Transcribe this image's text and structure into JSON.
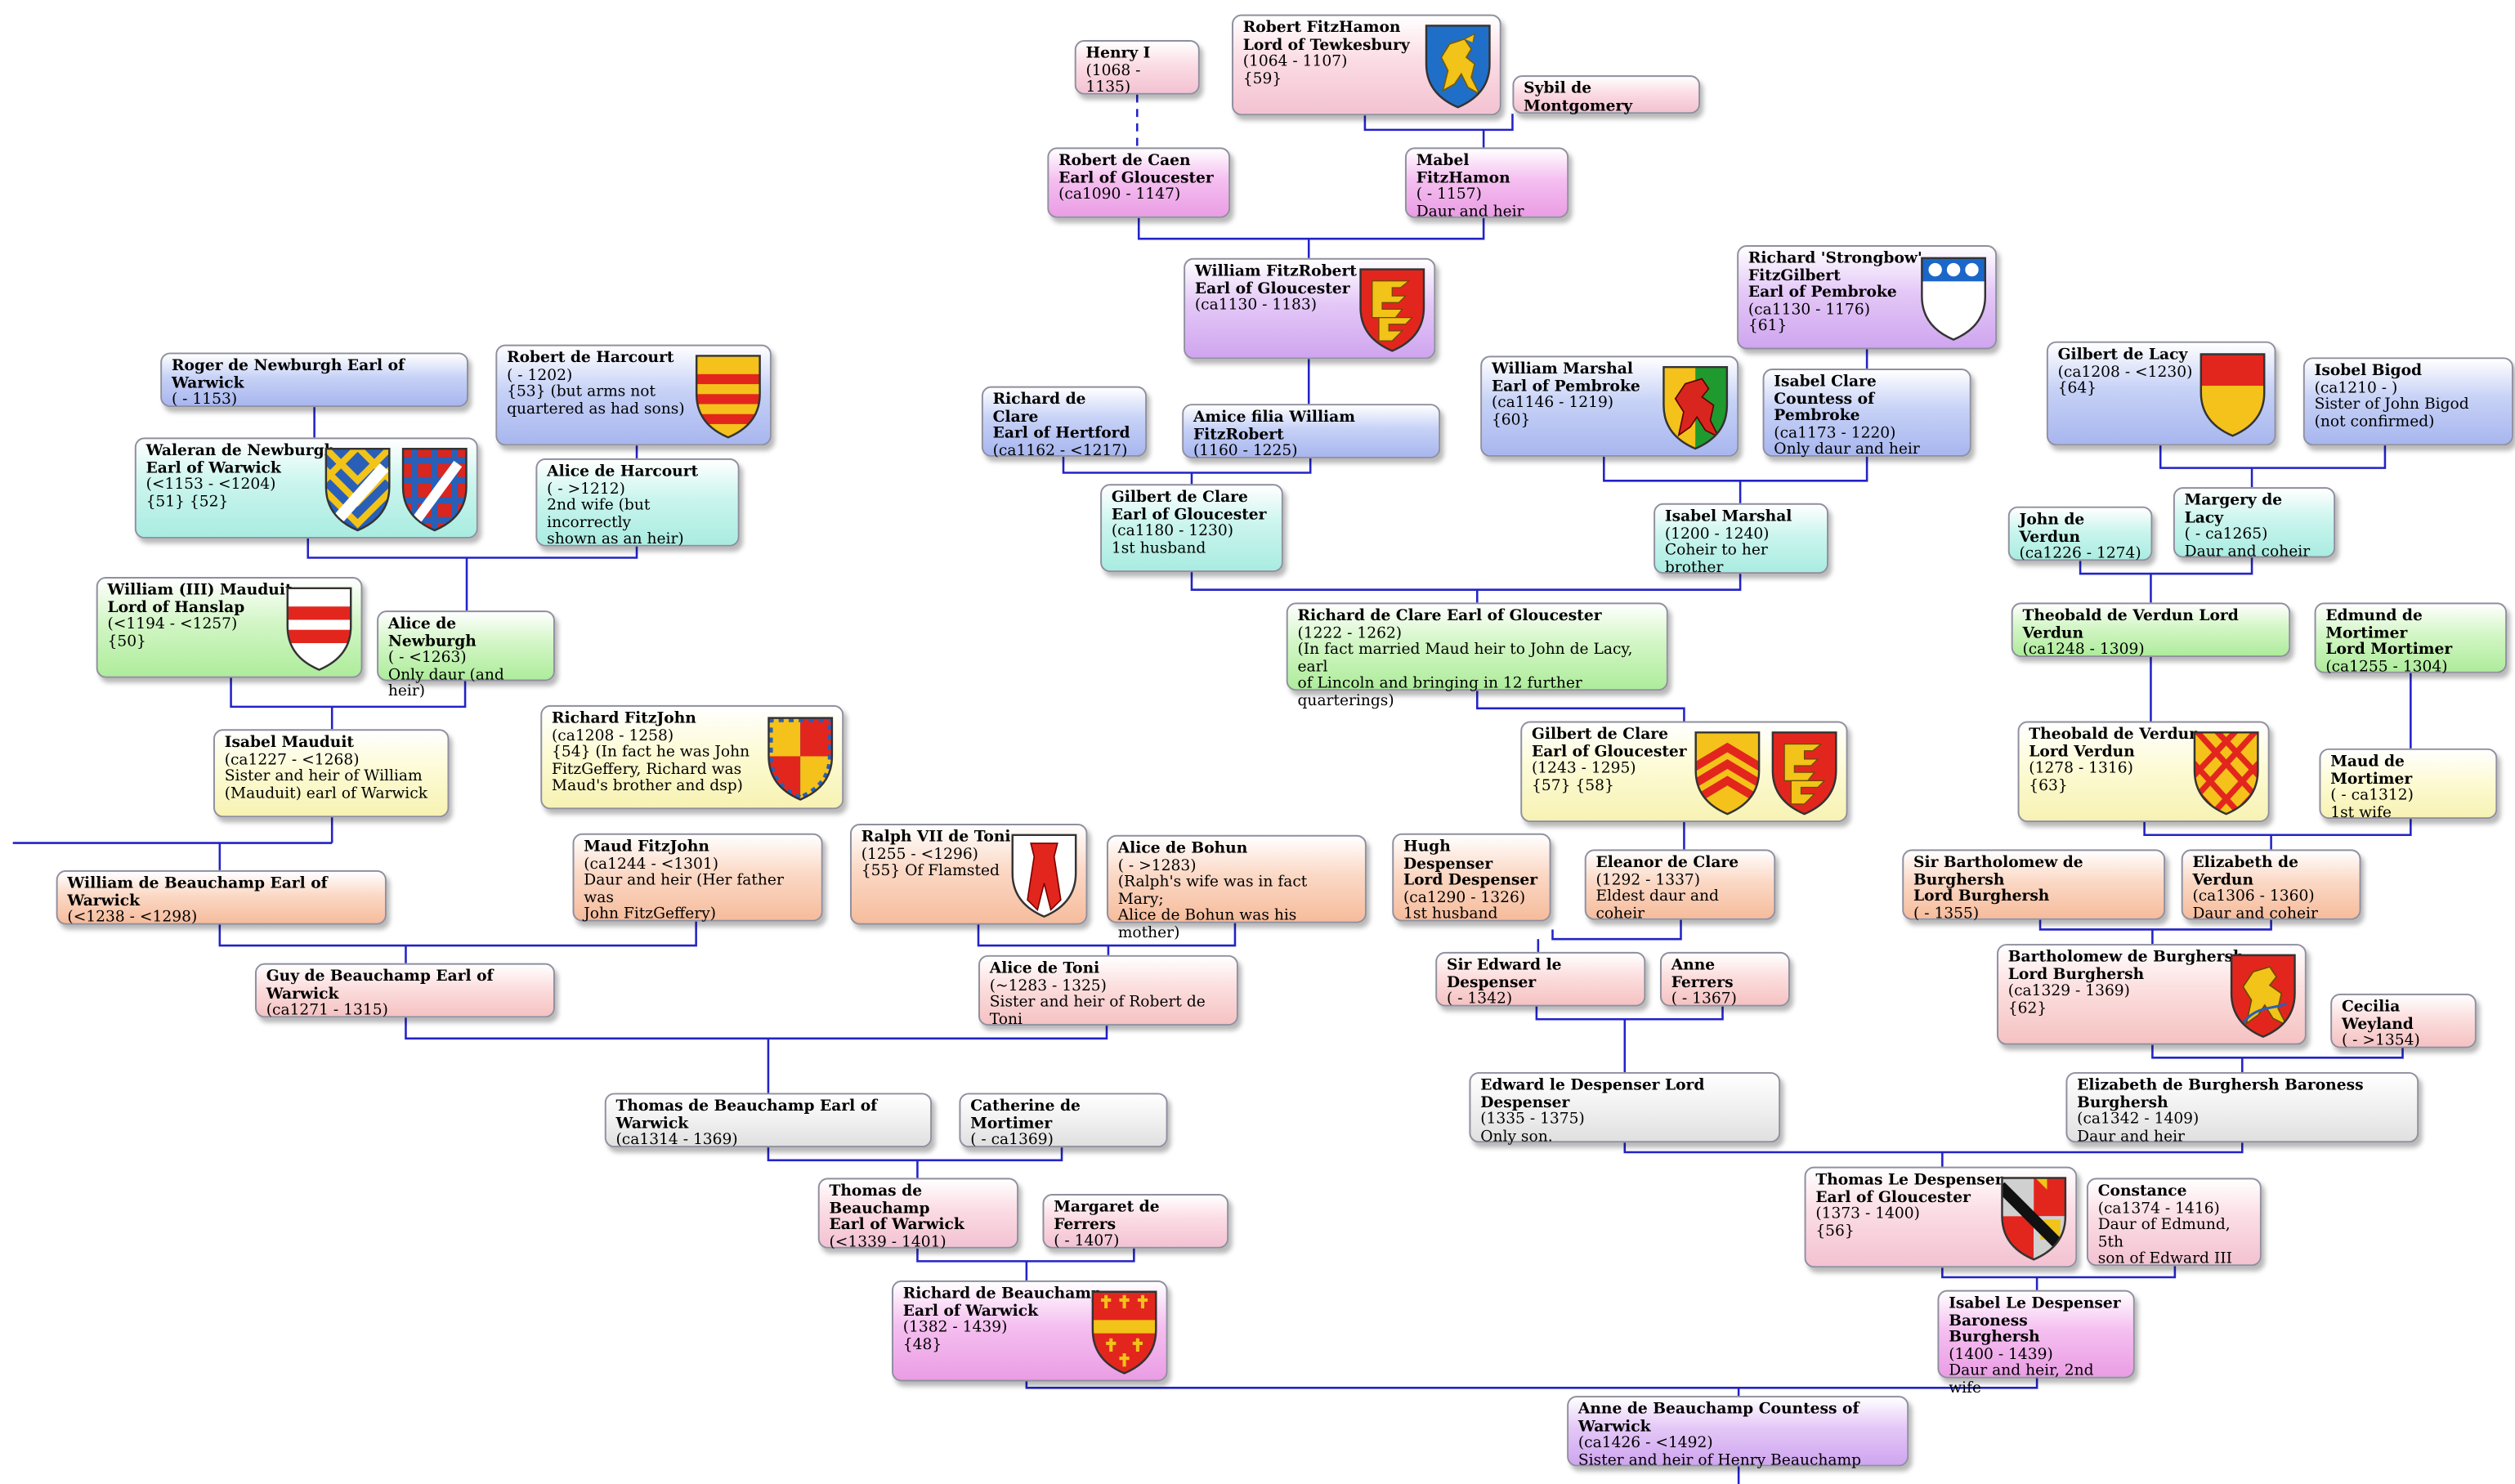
{
  "colors": {
    "line": "#2323c8"
  },
  "people": [
    {
      "id": "henry1",
      "color": "pink",
      "lines": [
        "Henry I",
        "(1068 - 1135)"
      ]
    },
    {
      "id": "robfh",
      "color": "pink",
      "lines": [
        "Robert FitzHamon",
        "   Lord of Tewkesbury",
        "(1064 - 1107)",
        "{59}"
      ],
      "shields": [
        "lion-gold-on-blue"
      ]
    },
    {
      "id": "sybil",
      "color": "pink",
      "lines": [
        "Sybil de Montgomery"
      ]
    },
    {
      "id": "robcaen",
      "color": "magenta",
      "lines": [
        "Robert de Caen",
        "   Earl of Gloucester",
        "(ca1090 - 1147)"
      ]
    },
    {
      "id": "mabel",
      "color": "magenta",
      "lines": [
        "Mabel FitzHamon",
        "( - 1157)",
        "Daur and heir"
      ]
    },
    {
      "id": "willfr",
      "color": "violet",
      "lines": [
        "William FitzRobert",
        "   Earl of Gloucester",
        "(ca1130 - 1183)"
      ],
      "shields": [
        "clare-gloucester"
      ]
    },
    {
      "id": "strongbow",
      "color": "violet",
      "lines": [
        "Richard 'Strongbow'",
        "   FitzGilbert",
        "   Earl of Pembroke",
        "(ca1130 - 1176)",
        "{61}"
      ],
      "shields": [
        "strongbow-chief"
      ]
    },
    {
      "id": "rogernew",
      "color": "blue",
      "lines": [
        "Roger de Newburgh Earl of Warwick",
        "( - 1153)"
      ]
    },
    {
      "id": "robharc",
      "color": "blue",
      "lines": [
        "Robert de Harcourt",
        "( - 1202)",
        "{53} (but arms not",
        "   quartered as had sons)"
      ],
      "shields": [
        "harcourt-bars"
      ]
    },
    {
      "id": "richclare1",
      "color": "blue",
      "lines": [
        "Richard de Clare",
        "   Earl of Hertford",
        "(ca1162 - <1217)"
      ]
    },
    {
      "id": "amice",
      "color": "blue",
      "lines": [
        "Amice filia William FitzRobert",
        "(1160 - 1225)"
      ]
    },
    {
      "id": "wmarshal",
      "color": "blue",
      "lines": [
        "William Marshal",
        "   Earl of Pembroke",
        "(ca1146 - 1219)",
        "{60}"
      ],
      "shields": [
        "marshal-lion"
      ]
    },
    {
      "id": "isabclare",
      "color": "blue",
      "lines": [
        "Isabel Clare",
        "   Countess of Pembroke",
        "(ca1173 - 1220)",
        "Only daur and heir"
      ]
    },
    {
      "id": "gilblacy",
      "color": "blue",
      "lines": [
        "Gilbert de Lacy",
        "(ca1208 - <1230)",
        "{64}"
      ],
      "shields": [
        "lacy-gold-red"
      ]
    },
    {
      "id": "isobigod",
      "color": "blue",
      "lines": [
        "Isobel Bigod",
        "(ca1210 - )",
        "Sister of John Bigod",
        "   (not confirmed)"
      ]
    },
    {
      "id": "waleran",
      "color": "cyan",
      "lines": [
        "Waleran de Newburgh",
        "   Earl of Warwick",
        "(<1153 - <1204)",
        "{51} {52}"
      ],
      "shields": [
        "newburgh-checky-blue",
        "newburgh-checky-red"
      ]
    },
    {
      "id": "aliceharc",
      "color": "cyan",
      "lines": [
        "Alice de Harcourt",
        "( - >1212)",
        "2nd wife (but incorrectly",
        "   shown as an heir)"
      ]
    },
    {
      "id": "gilbclare1",
      "color": "cyan",
      "lines": [
        "Gilbert de Clare",
        "   Earl of Gloucester",
        "(ca1180 - 1230)",
        "1st husband"
      ]
    },
    {
      "id": "isabmarsh",
      "color": "cyan",
      "lines": [
        "Isabel Marshal",
        "(1200 - 1240)",
        "Coheir to her brother"
      ]
    },
    {
      "id": "johnverdun",
      "color": "cyan",
      "lines": [
        "John de Verdun",
        "(ca1226 - 1274)"
      ]
    },
    {
      "id": "marglacy",
      "color": "cyan",
      "lines": [
        "Margery de Lacy",
        "( - ca1265)",
        "Daur and coheir"
      ]
    },
    {
      "id": "wmauduit",
      "color": "green",
      "lines": [
        "William (III) Mauduit",
        "   Lord of Hanslap",
        "(<1194 - <1257)",
        "{50}"
      ],
      "shields": [
        "mauduit-fess"
      ]
    },
    {
      "id": "alicenew",
      "color": "green",
      "lines": [
        "Alice de Newburgh",
        "( - <1263)",
        "Only daur (and heir)"
      ]
    },
    {
      "id": "richclare2",
      "color": "green",
      "lines": [
        "Richard de Clare Earl of Gloucester",
        "(1222 - 1262)",
        "(In fact married Maud heir to John de Lacy, earl",
        "   of Lincoln and bringing in 12 further quarterings)"
      ]
    },
    {
      "id": "theoverd1",
      "color": "green",
      "lines": [
        "Theobald de Verdun Lord Verdun",
        "(ca1248 - 1309)"
      ]
    },
    {
      "id": "edmort",
      "color": "green",
      "lines": [
        "Edmund de Mortimer",
        "   Lord Mortimer",
        "(ca1255 - 1304)"
      ]
    },
    {
      "id": "isabmaud",
      "color": "yellow",
      "lines": [
        "Isabel Mauduit",
        "(ca1227 - <1268)",
        "Sister and heir of William",
        "   (Mauduit) earl of Warwick"
      ]
    },
    {
      "id": "richfj",
      "color": "yellow",
      "lines": [
        "Richard FitzJohn",
        "(ca1208 - 1258)",
        "{54} (In fact he was John",
        "   FitzGeffery, Richard was",
        "   Maud's brother and dsp)"
      ],
      "shields": [
        "fitzjohn-quarterly"
      ]
    },
    {
      "id": "gilbclare2",
      "color": "yellow",
      "lines": [
        "Gilbert de Clare",
        "   Earl of Gloucester",
        "(1243 - 1295)",
        "{57} {58}"
      ],
      "shields": [
        "clare-chevrons",
        "clare-gloucester"
      ]
    },
    {
      "id": "theoverd2",
      "color": "yellow",
      "lines": [
        "Theobald de Verdun",
        "   Lord Verdun",
        "(1278 - 1316)",
        "{63}"
      ],
      "shields": [
        "verdun-fretty"
      ]
    },
    {
      "id": "maudmort",
      "color": "yellow",
      "lines": [
        "Maud de Mortimer",
        "( - ca1312)",
        "1st wife"
      ]
    },
    {
      "id": "wbeau1",
      "color": "orange",
      "lines": [
        "William de Beauchamp Earl of Warwick",
        "(<1238 - <1298)"
      ]
    },
    {
      "id": "maudfj",
      "color": "orange",
      "lines": [
        "Maud FitzJohn",
        "(ca1244 - <1301)",
        "Daur and heir (Her father was",
        "   John FitzGeffery)"
      ]
    },
    {
      "id": "ralph",
      "color": "orange",
      "lines": [
        "Ralph VII de Toni",
        "(1255 - <1296)",
        "{55} Of Flamsted"
      ],
      "shields": [
        "toni-maunch"
      ]
    },
    {
      "id": "alicebohun",
      "color": "orange",
      "lines": [
        "Alice de Bohun",
        "( - >1283)",
        "(Ralph's wife was in fact Mary;",
        "Alice de Bohun was his mother)"
      ]
    },
    {
      "id": "hughdesp",
      "color": "orange",
      "lines": [
        "Hugh Despenser",
        "   Lord Despenser",
        "(ca1290 - 1326)",
        "1st husband"
      ]
    },
    {
      "id": "eleaclare",
      "color": "orange",
      "lines": [
        "Eleanor de Clare",
        "(1292 - 1337)",
        "Eldest daur and coheir"
      ]
    },
    {
      "id": "bartho1",
      "color": "orange",
      "lines": [
        "Sir Bartholomew de Burghersh",
        "   Lord Burghersh",
        "( - 1355)"
      ]
    },
    {
      "id": "elizverd",
      "color": "orange",
      "lines": [
        "Elizabeth de Verdun",
        "(ca1306 - 1360)",
        "Daur and coheir"
      ]
    },
    {
      "id": "guybeau",
      "color": "rose",
      "lines": [
        "Guy de Beauchamp Earl of Warwick",
        "(ca1271 - 1315)"
      ]
    },
    {
      "id": "alicetoni",
      "color": "rose",
      "lines": [
        "Alice de Toni",
        "(~1283 - 1325)",
        "Sister and heir of Robert de Toni"
      ]
    },
    {
      "id": "edwdesp1",
      "color": "rose",
      "lines": [
        "Sir Edward le Despenser",
        "( - 1342)"
      ]
    },
    {
      "id": "anneferr",
      "color": "rose",
      "lines": [
        "Anne Ferrers",
        "( - 1367)"
      ]
    },
    {
      "id": "bartho2",
      "color": "rose",
      "lines": [
        "Bartholomew de Burghersh",
        "   Lord Burghersh",
        "(ca1329 - 1369)",
        "{62}"
      ],
      "shields": [
        "burghersh-lion"
      ]
    },
    {
      "id": "cecilia",
      "color": "rose",
      "lines": [
        "Cecilia Weyland",
        "( - >1354)"
      ]
    },
    {
      "id": "thombeau1",
      "color": "gray",
      "lines": [
        "Thomas de Beauchamp Earl of Warwick",
        "(ca1314 - 1369)"
      ]
    },
    {
      "id": "cathmort",
      "color": "gray",
      "lines": [
        "Catherine de Mortimer",
        "( - ca1369)"
      ]
    },
    {
      "id": "edwdesp2",
      "color": "gray",
      "lines": [
        "Edward le Despenser Lord Despenser",
        "(1335 - 1375)",
        "Only son."
      ]
    },
    {
      "id": "elizburg",
      "color": "gray",
      "lines": [
        "Elizabeth de Burghersh Baroness Burghersh",
        "(ca1342 - 1409)",
        "Daur and heir"
      ]
    },
    {
      "id": "thombeau2",
      "color": "pink",
      "lines": [
        "Thomas de Beauchamp",
        "   Earl of Warwick",
        "(<1339 - 1401)"
      ]
    },
    {
      "id": "margferr",
      "color": "pink",
      "lines": [
        "Margaret de Ferrers",
        "( - 1407)"
      ]
    },
    {
      "id": "thomdesp",
      "color": "pink",
      "lines": [
        "Thomas Le Despenser",
        "   Earl of Gloucester",
        "(1373 - 1400)",
        "{56}"
      ],
      "shields": [
        "despenser-quarterly"
      ]
    },
    {
      "id": "constance",
      "color": "pink",
      "lines": [
        "Constance",
        "(ca1374 - 1416)",
        "Daur of Edmund, 5th",
        "   son of Edward III"
      ]
    },
    {
      "id": "richbeau",
      "color": "magenta",
      "lines": [
        "Richard de Beauchamp",
        "   Earl of Warwick",
        "(1382 - 1439)",
        "{48}"
      ],
      "shields": [
        "beauchamp-crosslets"
      ]
    },
    {
      "id": "isabdesp",
      "color": "magenta",
      "lines": [
        "Isabel Le Despenser",
        "   Baroness Burghersh",
        "(1400 - 1439)",
        "Daur and heir, 2nd wife"
      ]
    },
    {
      "id": "annebeau",
      "color": "violet",
      "lines": [
        "Anne de Beauchamp Countess of Warwick",
        "(ca1426 - <1492)",
        "Sister and heir of Henry Beauchamp"
      ]
    }
  ]
}
